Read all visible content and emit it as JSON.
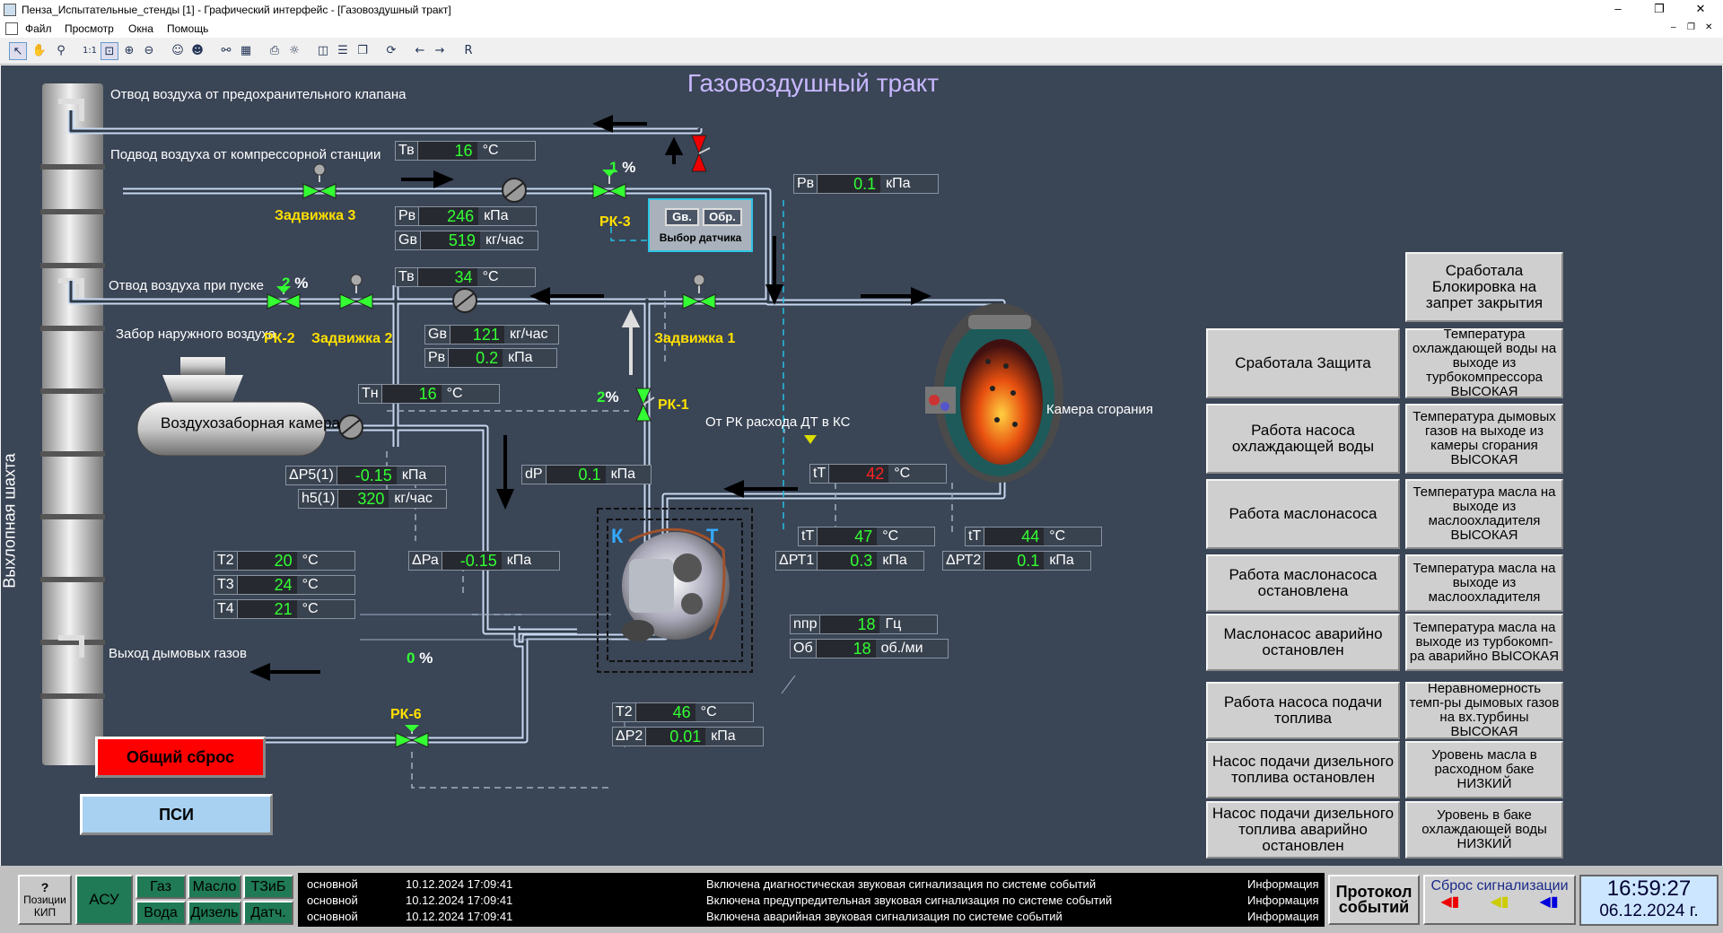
{
  "window": {
    "title": "Пенза_Испытательные_стенды [1] - Графический интерфейс - [Газовоздушный тракт]",
    "minimize": "–",
    "maximize": "❐",
    "close": "✕"
  },
  "menu": {
    "file": "Файл",
    "view": "Просмотр",
    "windows": "Окна",
    "help": "Помощь"
  },
  "toolbar": {
    "r": "R"
  },
  "page": {
    "title": "Газовоздушный тракт"
  },
  "labels": {
    "exhaust_shaft": "Выхлопная шахта",
    "relief": "Отвод воздуха от предохранительного клапана",
    "supply": "Подвод воздуха от компрессорной станции",
    "start_bleed": "Отвод воздуха при пуске",
    "intake": "Забор наружного воздуха",
    "intake_chamber": "Воздухозаборная камера",
    "flue_out": "Выход дымовых газов",
    "combustion": "Камера сгорания",
    "from_rk": "От РК расхода ДТ в КС",
    "k": "К",
    "t": "Т",
    "sensor_select": "Выбор датчика",
    "gv_btn": "Gв.",
    "obr_btn": "Обр."
  },
  "valves": {
    "z3": "Задвижка 3",
    "z2": "Задвижка 2",
    "z1": "Задвижка 1",
    "rk3": "РК-3",
    "rk2": "РК-2",
    "rk1": "РК-1",
    "rk6": "РК-6",
    "rk3_pct": "1",
    "rk2_pct": "2",
    "rk1_pct": "2",
    "rk6_pct": "0",
    "pct": "%"
  },
  "readouts": {
    "tv1": {
      "n": "Тв",
      "v": "16",
      "u": "°С"
    },
    "pv1": {
      "n": "Рв",
      "v": "246",
      "u": "кПа"
    },
    "gv1": {
      "n": "Gв",
      "v": "519",
      "u": "кг/час"
    },
    "pv_right": {
      "n": "Рв",
      "v": "0.1",
      "u": "кПа"
    },
    "tv2": {
      "n": "Тв",
      "v": "34",
      "u": "°С"
    },
    "gv2": {
      "n": "Gв",
      "v": "121",
      "u": "кг/час"
    },
    "pv2": {
      "n": "Рв",
      "v": "0.2",
      "u": "кПа"
    },
    "tn": {
      "n": "Тн",
      "v": "16",
      "u": "°С"
    },
    "dp5": {
      "n": "ΔР5(1)",
      "v": "-0.15",
      "u": "кПа"
    },
    "h5": {
      "n": "h5(1)",
      "v": "320",
      "u": "кг/час"
    },
    "dp": {
      "n": "dP",
      "v": "0.1",
      "u": "кПа"
    },
    "tt_ks": {
      "n": "tT",
      "v": "42",
      "u": "°С"
    },
    "tt1": {
      "n": "tT",
      "v": "47",
      "u": "°С"
    },
    "dpt1": {
      "n": "ΔРТ1",
      "v": "0.3",
      "u": "кПа"
    },
    "tt2": {
      "n": "tT",
      "v": "44",
      "u": "°С"
    },
    "dpt2": {
      "n": "ΔРТ2",
      "v": "0.1",
      "u": "кПа"
    },
    "t2": {
      "n": "Т2",
      "v": "20",
      "u": "°С"
    },
    "t3": {
      "n": "Т3",
      "v": "24",
      "u": "°С"
    },
    "t4": {
      "n": "Т4",
      "v": "21",
      "u": "°С"
    },
    "dpa": {
      "n": "ΔРа",
      "v": "-0.15",
      "u": "кПа"
    },
    "npr": {
      "n": "nпр",
      "v": "18",
      "u": "Гц"
    },
    "ob": {
      "n": "Об",
      "v": "18",
      "u": "об./ми"
    },
    "t2b": {
      "n": "Т2",
      "v": "46",
      "u": "°С"
    },
    "dp2": {
      "n": "ΔР2",
      "v": "0.01",
      "u": "кПа"
    }
  },
  "alarms": {
    "block": "Сработала Блокировка на запрет закрытия",
    "protect": "Сработала Защита",
    "cool_pump": "Работа насоса охлаждающей воды",
    "oil_pump": "Работа маслонасоса",
    "oil_stopped": "Работа маслонасоса остановлена",
    "oil_emerg": "Маслонасос аварийно остановлен",
    "fuel_pump": "Работа насоса подачи топлива",
    "diesel_stopped": "Насос подачи дизельного топлива остановлен",
    "diesel_emerg": "Насос подачи дизельного топлива аварийно остановлен",
    "cool_temp": "Температура охлаждающей воды на выходе из турбокомпрессора ВЫСОКАЯ",
    "flue_temp": "Температура дымовых газов на выходе из камеры сгорания ВЫСОКАЯ",
    "oil_cooler_high": "Температура масла на выходе из маслоохладителя ВЫСОКАЯ",
    "oil_cooler": "Температура масла на выходе из маслоохладителя",
    "oil_turbo": "Температура масла на выходе из турбокомп-ра аварийно ВЫСОКАЯ",
    "uneven": "Неравномерность темп-ры дымовых газов на вх.турбины ВЫСОКАЯ",
    "oil_level": "Уровень масла в расходном баке НИЗКИЙ",
    "water_level": "Уровень в баке охлаждающей воды НИЗКИЙ"
  },
  "buttons": {
    "reset": "Общий сброс",
    "psi": "ПСИ"
  },
  "status": {
    "kip_q": "?",
    "kip": "Позиции КИП",
    "asu": "АСУ",
    "gas": "Газ",
    "oil": "Масло",
    "tzib": "ТЗиБ",
    "water": "Вода",
    "diesel": "Дизель",
    "dat": "Датч.",
    "events": [
      {
        "type": "основной",
        "time": "10.12.2024 17:09:41",
        "text": "Включена диагностическая звуковая сигнализация по системе событий",
        "cat": "Информация"
      },
      {
        "type": "основной",
        "time": "10.12.2024 17:09:41",
        "text": "Включена предупредительная звуковая сигнализация по системе событий",
        "cat": "Информация"
      },
      {
        "type": "основной",
        "time": "10.12.2024 17:09:41",
        "text": "Включена аварийная звуковая сигнализация по системе событий",
        "cat": "Информация"
      }
    ],
    "protocol": "Протокол событий",
    "reset_alarm": "Сброс сигнализации",
    "time": "16:59:27",
    "date": "06.12.2024 г."
  }
}
